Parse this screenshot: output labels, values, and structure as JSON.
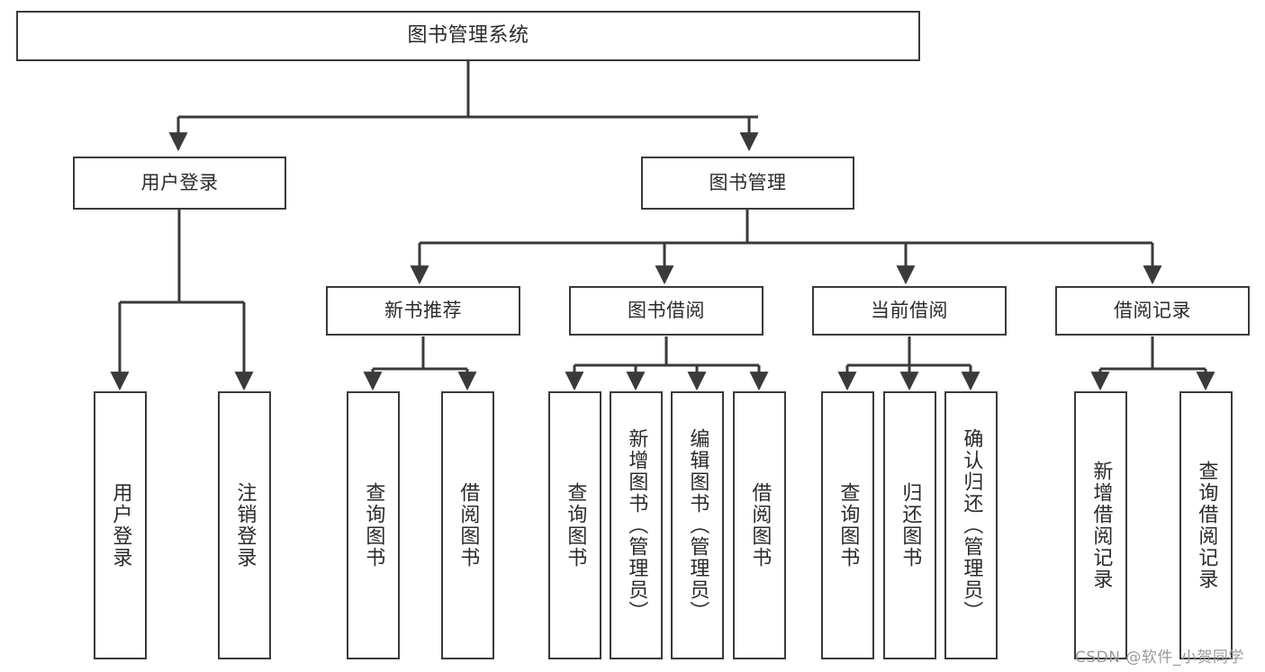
{
  "diagram": {
    "title_box": {
      "label": "图书管理系统"
    },
    "level1": [
      {
        "label": "用户登录"
      },
      {
        "label": "图书管理"
      }
    ],
    "level2": [
      {
        "label": "新书推荐"
      },
      {
        "label": "图书借阅"
      },
      {
        "label": "当前借阅"
      },
      {
        "label": "借阅记录"
      }
    ],
    "leaves": {
      "user_login": [
        {
          "label": "用户登录"
        },
        {
          "label": "注销登录"
        }
      ],
      "new_book_recommend": [
        {
          "label": "查询图书"
        },
        {
          "label": "借阅图书"
        }
      ],
      "book_borrow": [
        {
          "label": "查询图书"
        },
        {
          "label": "新增图书（管理员）"
        },
        {
          "label": "编辑图书（管理员）"
        },
        {
          "label": "借阅图书"
        }
      ],
      "current_borrow": [
        {
          "label": "查询图书"
        },
        {
          "label": "归还图书"
        },
        {
          "label": "确认归还（管理员）"
        }
      ],
      "borrow_record": [
        {
          "label": "新增借阅记录"
        },
        {
          "label": "查询借阅记录"
        }
      ]
    }
  },
  "watermark": {
    "text": "CSDN @软件_小贺同学"
  },
  "colors": {
    "stroke": "#3a3a3a",
    "background": "#ffffff",
    "text": "#2b2b2b",
    "watermark": "#9a9a9a"
  }
}
